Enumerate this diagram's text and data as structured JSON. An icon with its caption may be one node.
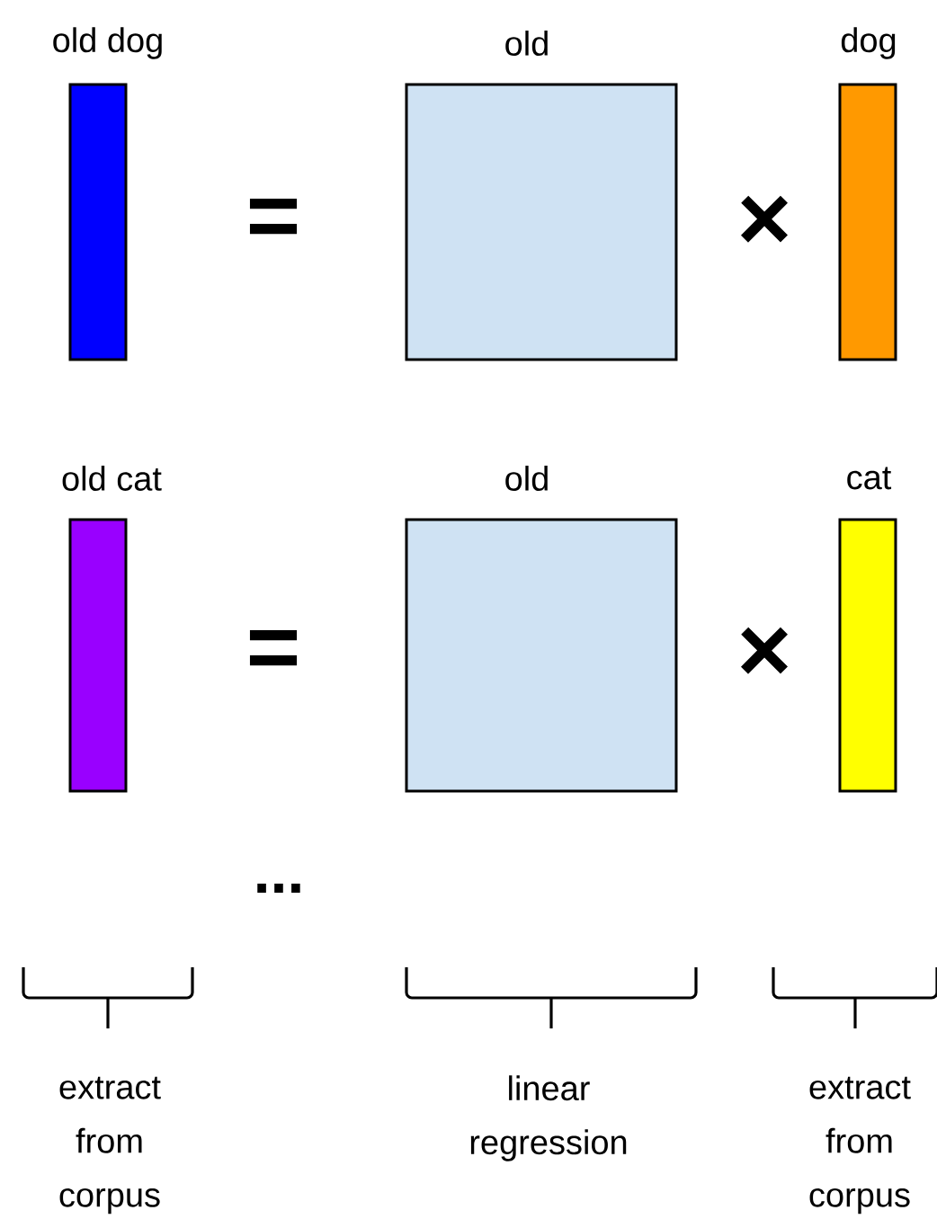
{
  "diagram": {
    "nodes": [
      {
        "text": [
          "old dog"
        ]
      },
      {
        "text": [
          "old"
        ]
      },
      {
        "text": [
          "dog"
        ]
      },
      {
        "text": [
          "old cat"
        ]
      },
      {
        "text": [
          "old"
        ]
      },
      {
        "text": [
          "cat"
        ]
      }
    ],
    "labels": [
      "=",
      "×",
      "=",
      "×",
      "...",
      "extract from corpus",
      "linear regression",
      "extract from corpus"
    ]
  }
}
